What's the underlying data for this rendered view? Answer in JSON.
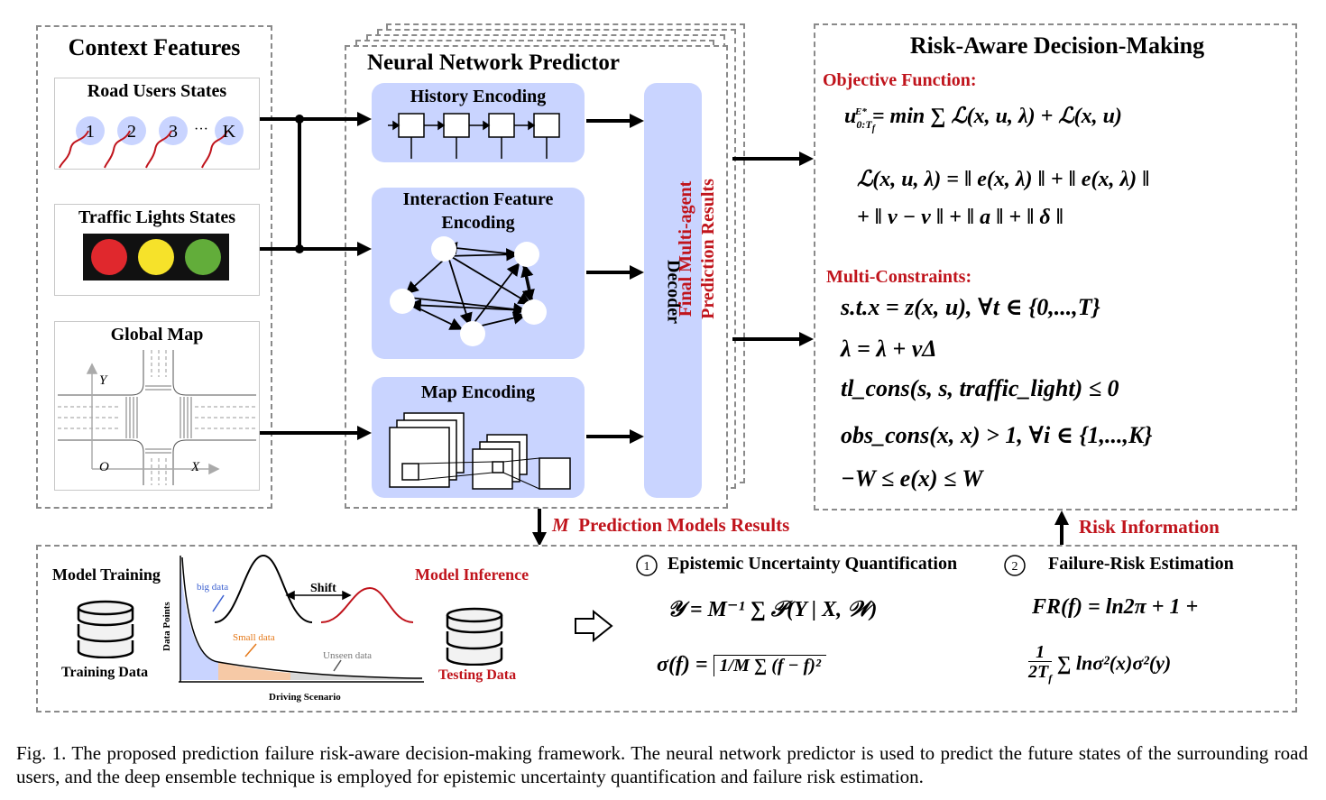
{
  "context": {
    "title": "Context Features",
    "road_users": {
      "title": "Road Users States",
      "agents": [
        "1",
        "2",
        "3",
        "K"
      ],
      "ellipsis": "···"
    },
    "traffic_lights": {
      "title": "Traffic Lights States",
      "colors": [
        "#e0282d",
        "#f6e22a",
        "#62ad3a"
      ]
    },
    "global_map": {
      "title": "Global Map",
      "axis_y": "Y",
      "axis_x": "X",
      "origin": "O"
    }
  },
  "predictor": {
    "title": "Neural Network Predictor",
    "history": "History Encoding",
    "interaction_line1": "Interaction Feature",
    "interaction_line2": "Encoding",
    "map": "Map Encoding",
    "decoder": "Decoder"
  },
  "final_results": {
    "line1": "Final Multi-agent",
    "line2": "Prediction Results"
  },
  "decision": {
    "title": "Risk-Aware Decision-Making",
    "objective_label": "Objective Function:",
    "constraints_label": "Multi-Constraints:",
    "eq_obj_lhs": "u",
    "eq_obj_main": "= min ∑ ℒ(x, u, λ) + ℒ(x, u)",
    "eq_loss1": "ℒ(x, u, λ) = ‖ e(x, λ) ‖ + ‖ e(x, λ) ‖",
    "eq_loss2": "+ ‖ v − v ‖ + ‖ a ‖ + ‖ δ ‖",
    "c1": "s.t.x = z(x, u), ∀t ∈ {0,...,T}",
    "c2": "λ = λ + vΔ",
    "c3": "tl_cons(s, s, traffic_light) ≤ 0",
    "c4": "obs_cons(x, x) > 1, ∀i ∈ {1,...,K}",
    "c5": "−W ≤ e(x) ≤ W"
  },
  "models_results": {
    "m": "M",
    "text": "Prediction Models Results"
  },
  "risk_information": "Risk Information",
  "bottom": {
    "model_training": "Model Training",
    "training_data": "Training Data",
    "chart": {
      "big_data": "big data",
      "shift": "Shift",
      "small_data": "Small data",
      "unseen_data": "Unseen data",
      "ylabel": "Data Points",
      "xlabel": "Driving Scenario"
    },
    "model_inference": "Model Inference",
    "testing_data": "Testing Data",
    "step1_num": "1",
    "step1_title": "Epistemic Uncertainty Quantification",
    "step2_num": "2",
    "step2_title": "Failure-Risk Estimation",
    "eq_y": "𝒴 = M⁻¹ ∑ 𝒫(Y | X, 𝒲)",
    "eq_sigma": "σ(f) =",
    "eq_fr1": "FR(f) = ln2π + 1 +",
    "eq_fr2": "∑ lnσ²(x)σ²(y)"
  },
  "caption": "Fig. 1.    The proposed prediction failure risk-aware decision-making framework. The neural network predictor is used to predict the future states of the surrounding road users, and the deep ensemble technique is employed for epistemic uncertainty quantification and failure risk estimation."
}
